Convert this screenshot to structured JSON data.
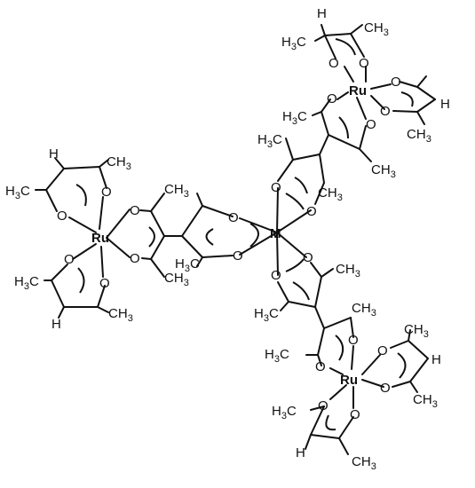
{
  "diagram": {
    "center_metal": "M",
    "ruthenium": "Ru",
    "oxygen": "O",
    "hydrogen": "H",
    "carbon": "C",
    "methyl_sub": "3",
    "methyl_left_prefix": "H",
    "methyl_left_suffix": "C"
  },
  "colors": {
    "ink": "#111111",
    "background": "#ffffff"
  }
}
